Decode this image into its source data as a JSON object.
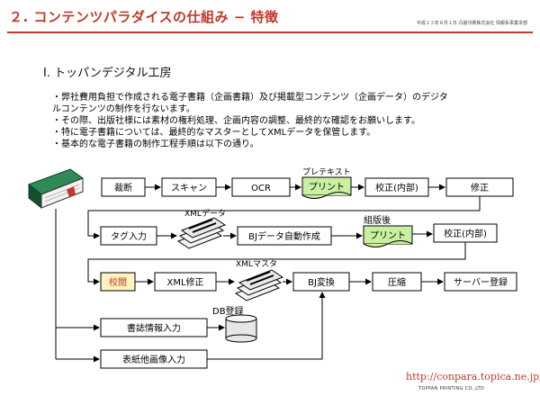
{
  "header": {
    "title": "２. コンテンツパラダイスの仕組み − 特徴",
    "meta": "平成１３年８月１日 凸版印刷株式会社 情報系事業本部"
  },
  "section": {
    "title": "Ⅰ. トッパンデジタル工房"
  },
  "bullets": [
    "・弊社費用負担で作成される電子書籍（企画書籍）及び掲載型コンテンツ（企画データ）のデジタ",
    "ルコンテンツの制作を行ないます。",
    "・その際、出版社様には素材の権利処理、企画内容の調整、最終的な確認をお願いします。",
    "・特に電子書籍については、最終的なマスターとしてXMLデータを保管します。",
    "・基本的な電子書籍の制作工程手順は以下の通り。"
  ],
  "flow": {
    "row1": [
      "裁断",
      "スキャン",
      "OCR",
      "プリント",
      "校正(内部)",
      "修正"
    ],
    "row2": [
      "タグ入力",
      "BJデータ自動作成",
      "プリント",
      "校正(内部)"
    ],
    "row3": [
      "校閲",
      "XML修正",
      "BJ変換",
      "圧縮",
      "サーバー登録"
    ],
    "side": [
      "書誌情報入力",
      "表紙他画像入力"
    ],
    "db_label": "DB登録",
    "annotations": {
      "pre_text": "プレテキスト",
      "xml_data": "XMLデータ",
      "after_layout": "組版後",
      "xml_master": "XMLマスタ"
    }
  },
  "colors": {
    "accent": "#c0392b",
    "print_fill": "#c8f0a0",
    "review_fill": "#fff3c0",
    "book_green": "#1f6b3a"
  },
  "footer": {
    "url": "http://conpara.topica.ne.jp/",
    "company": "TOPPAN PRINTING CO.,LTD"
  }
}
